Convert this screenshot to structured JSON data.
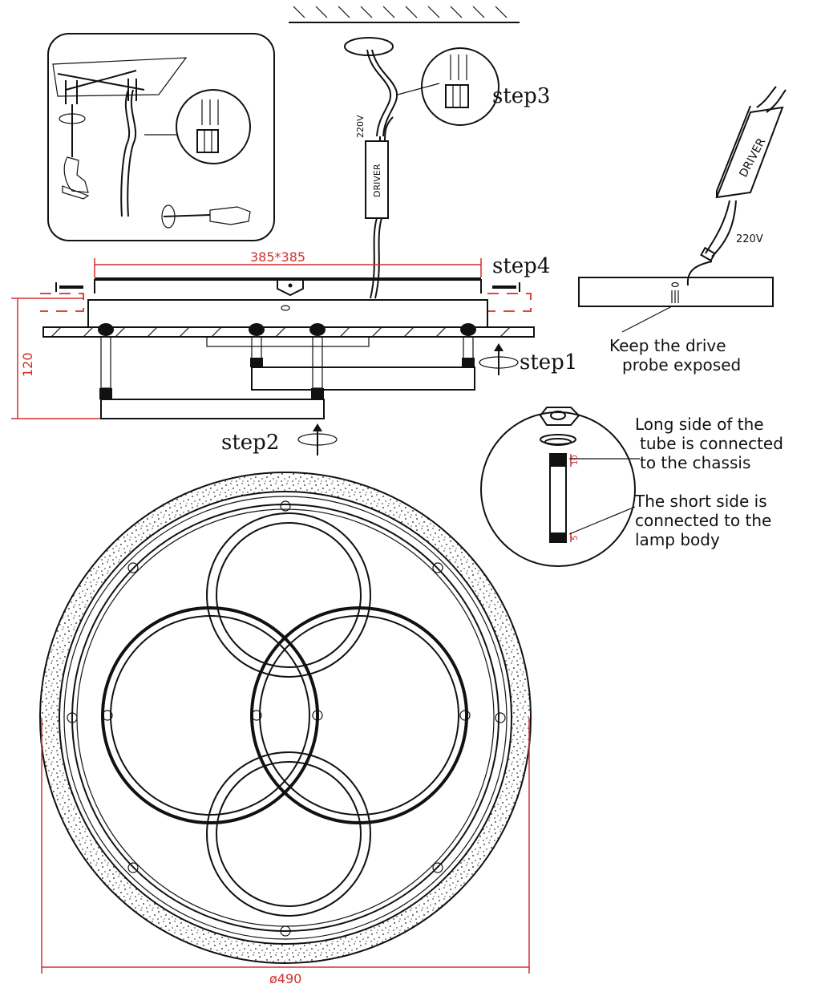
{
  "labels": {
    "step1": "step1",
    "step2": "step2",
    "step3": "step3",
    "step4": "step4",
    "keep_line1": "Keep the drive",
    "keep_line2": "probe exposed",
    "long_side_1": "Long side of the",
    "long_side_2": "tube is connected",
    "long_side_3": "to the chassis",
    "short_side_1": "The short side is",
    "short_side_2": "connected to the",
    "short_side_3": "lamp body",
    "driver": "DRIVER",
    "v220": "220V",
    "dim_width": "385*385",
    "dim_height": "120",
    "dim_diameter": "ø490",
    "dim_tube_long": "10",
    "dim_tube_short": "5"
  },
  "colors": {
    "line": "#111111",
    "dimension": "#d32f2f",
    "background": "#ffffff"
  }
}
